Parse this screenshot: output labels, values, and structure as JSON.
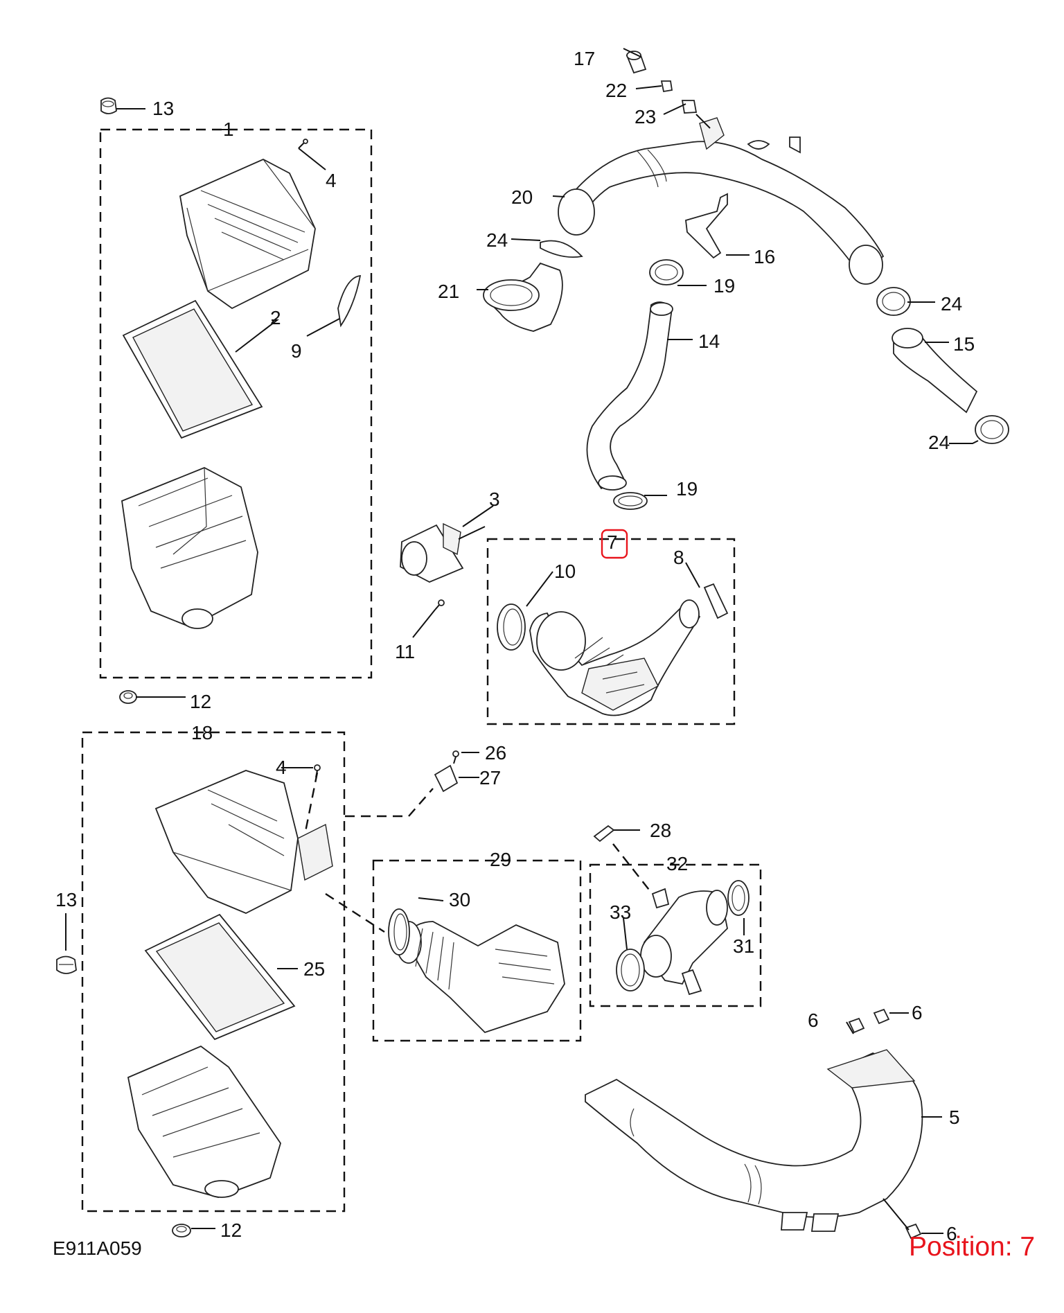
{
  "diagram_code": "E911A059",
  "position_label": "Position: 7",
  "highlight_color": "#e8141c",
  "callouts": {
    "c1": "1",
    "c2": "2",
    "c3": "3",
    "c4a": "4",
    "c4b": "4",
    "c5": "5",
    "c6a": "6",
    "c6b": "6",
    "c6c": "6",
    "c7": "7",
    "c8": "8",
    "c9": "9",
    "c10": "10",
    "c11": "11",
    "c12a": "12",
    "c12b": "12",
    "c13a": "13",
    "c13b": "13",
    "c14": "14",
    "c15": "15",
    "c16": "16",
    "c17": "17",
    "c18": "18",
    "c19a": "19",
    "c19b": "19",
    "c20": "20",
    "c21": "21",
    "c22": "22",
    "c23": "23",
    "c24a": "24",
    "c24b": "24",
    "c24c": "24",
    "c25": "25",
    "c26": "26",
    "c27": "27",
    "c28": "28",
    "c29": "29",
    "c30": "30",
    "c31": "31",
    "c32": "32",
    "c33": "33"
  }
}
